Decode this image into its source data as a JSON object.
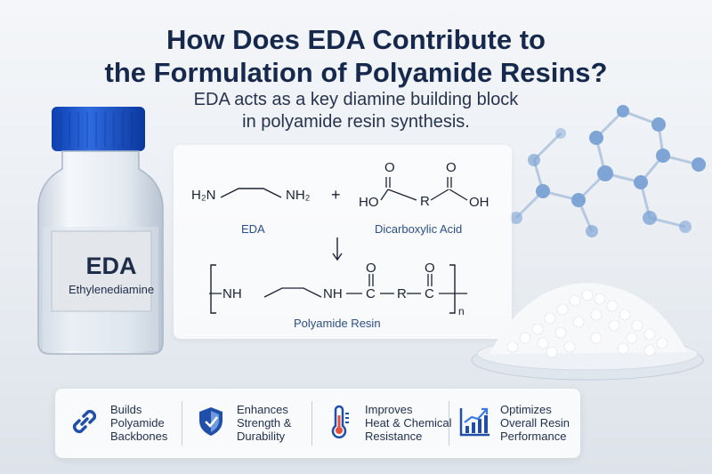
{
  "title": {
    "line1": "How Does EDA Contribute to",
    "line2": "the Formulation of Polyamide Resins?"
  },
  "subtitle": {
    "line1": "EDA acts as a key diamine building block",
    "line2": "in polyamide resin synthesis."
  },
  "bottle": {
    "label_title": "EDA",
    "label_sub": "Ethylenediamine"
  },
  "reaction": {
    "reactant1_left": "H₂N",
    "reactant1_right": "NH₂",
    "plus": "+",
    "reactant2_left": "HO",
    "reactant2_mid": "R",
    "reactant2_right": "OH",
    "oxygen": "O",
    "reactant1_caption": "EDA",
    "reactant2_caption": "Dicarboxylic Acid",
    "product_nh1": "NH",
    "product_nh2": "NH",
    "product_c1": "C",
    "product_r": "R",
    "product_c2": "C",
    "product_n": "n",
    "product_caption": "Polyamide Resin"
  },
  "features": [
    {
      "icon": "chain-link-icon",
      "line1": "Builds",
      "line2": "Polyamide",
      "line3": "Backbones"
    },
    {
      "icon": "shield-icon",
      "line1": "Enhances",
      "line2": "Strength &",
      "line3": "Durability"
    },
    {
      "icon": "thermometer-icon",
      "line1": "Improves",
      "line2": "Heat & Chemical",
      "line3": "Resistance"
    },
    {
      "icon": "growth-chart-icon",
      "line1": "Optimizes",
      "line2": "Overall Resin",
      "line3": "Performance"
    }
  ],
  "colors": {
    "title": "#16294d",
    "accent_blue": "#1f4fa8",
    "caption_blue": "#2b4f8a",
    "cap_blue": "#1550c6"
  }
}
